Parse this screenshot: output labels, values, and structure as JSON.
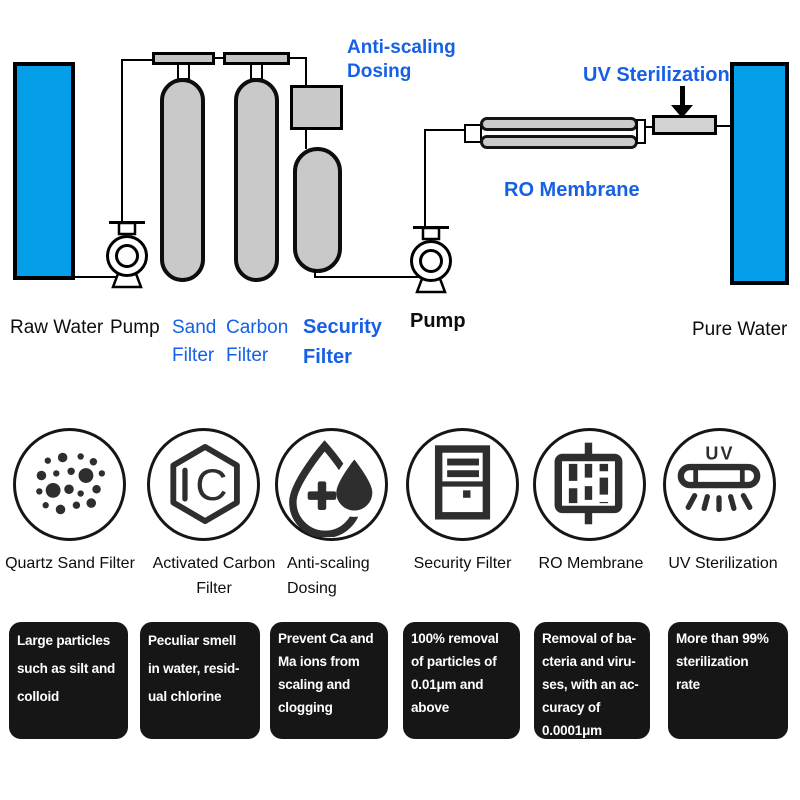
{
  "colors": {
    "accent_blue": "#1660e5",
    "tank_blue": "#049fe8",
    "vessel_gray": "#c9c9c9",
    "panel_black": "#161616"
  },
  "flow": {
    "anti_scaling_line1": "Anti-scaling",
    "anti_scaling_line2": "Dosing",
    "uv_sterilization": "UV Sterilization",
    "ro_membrane": "RO Membrane",
    "raw_water": "Raw Water",
    "pump_left": "Pump",
    "sand_line1": "Sand",
    "sand_line2": "Filter",
    "carbon_line1": "Carbon",
    "carbon_line2": "Filter",
    "security_line1": "Security",
    "security_line2": "Filter",
    "pump_right": "Pump",
    "pure_water": "Pure Water"
  },
  "stages": [
    {
      "icon": "quartz-sand-filter-icon",
      "label_lines": [
        "Quartz Sand Filter"
      ],
      "desc_lines": [
        "Large particles",
        "such as silt and",
        "colloid"
      ]
    },
    {
      "icon": "activated-carbon-filter-icon",
      "icon_text": "C",
      "label_lines": [
        "Activated Carbon",
        "Filter"
      ],
      "desc_lines": [
        "Peculiar smell",
        "in water, resid-",
        "ual chlorine"
      ]
    },
    {
      "icon": "anti-scaling-dosing-icon",
      "label_lines": [
        "Anti-scaling",
        "Dosing"
      ],
      "desc_lines": [
        "Prevent Ca and",
        "Ma ions from",
        "scaling and",
        "clogging"
      ]
    },
    {
      "icon": "security-filter-icon",
      "label_lines": [
        "Security Filter"
      ],
      "desc_lines": [
        "100% removal",
        "of particles of",
        "0.01μm and",
        "above"
      ]
    },
    {
      "icon": "ro-membrane-icon",
      "label_lines": [
        "RO Membrane"
      ],
      "desc_lines": [
        "Removal of ba-",
        "cteria and viru-",
        "ses, with an ac-",
        "curacy of",
        "0.0001μm"
      ]
    },
    {
      "icon": "uv-sterilization-icon",
      "icon_text": "UV",
      "label_lines": [
        "UV Sterilization"
      ],
      "desc_lines": [
        "More than 99%",
        "sterilization",
        "rate"
      ]
    }
  ]
}
